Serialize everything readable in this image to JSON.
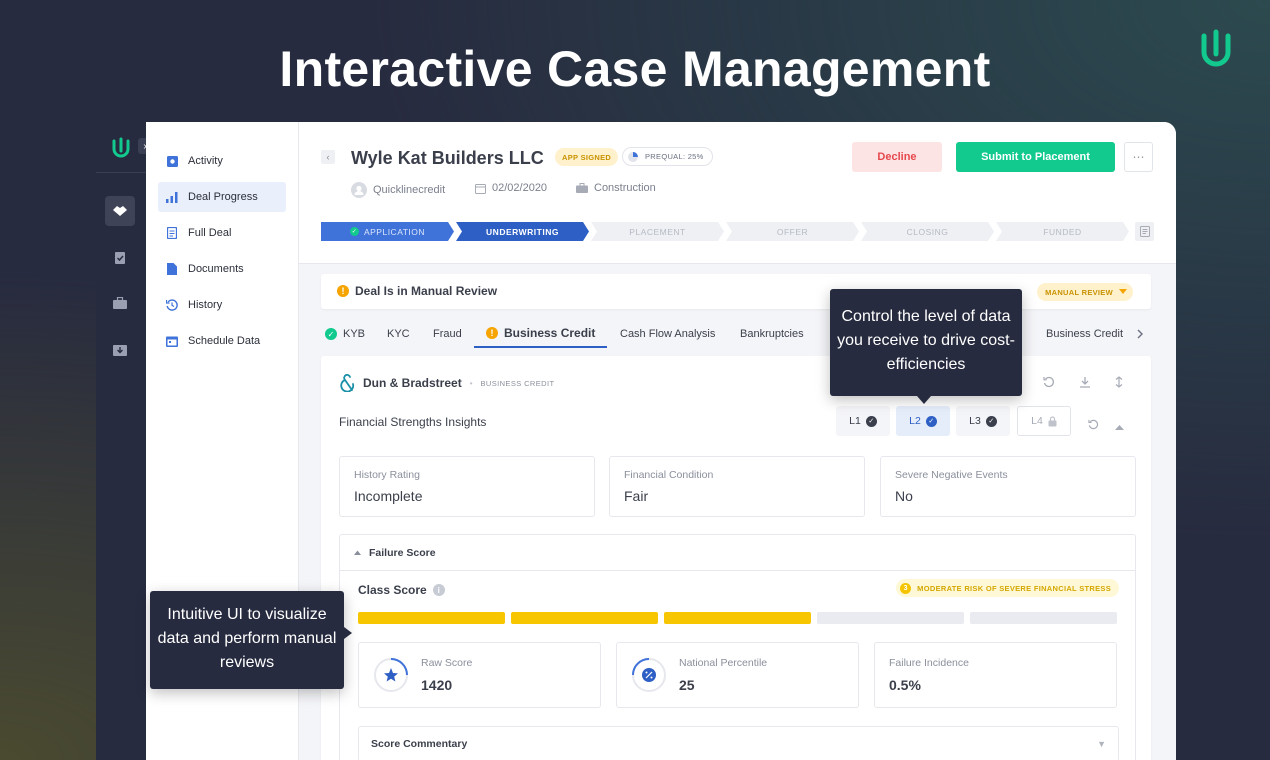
{
  "hero": {
    "title": "Interactive Case Management"
  },
  "colors": {
    "accent_green": "#12c98e",
    "primary_blue": "#2d5fc4",
    "warning": "#f5a400",
    "danger": "#e5484d",
    "background_dark": "#272b3f"
  },
  "sidebar": {
    "items": [
      {
        "label": "Activity",
        "icon": "activity-icon"
      },
      {
        "label": "Deal Progress",
        "icon": "bar-chart-icon",
        "active": true
      },
      {
        "label": "Full Deal",
        "icon": "document-list-icon"
      },
      {
        "label": "Documents",
        "icon": "file-icon"
      },
      {
        "label": "History",
        "icon": "history-icon"
      },
      {
        "label": "Schedule Data",
        "icon": "calendar-icon"
      }
    ]
  },
  "header": {
    "company": "Wyle Kat Builders LLC",
    "status_badge": "APP SIGNED",
    "prequal_badge": "PREQUAL: 25%",
    "prequal_fraction": 0.25,
    "owner": "Quicklinecredit",
    "date": "02/02/2020",
    "industry": "Construction",
    "decline_label": "Decline",
    "submit_label": "Submit to Placement",
    "more_label": "⋯"
  },
  "stepper": {
    "steps": [
      "APPLICATION",
      "UNDERWRITING",
      "PLACEMENT",
      "OFFER",
      "CLOSING",
      "FUNDED"
    ],
    "completed": [
      "APPLICATION"
    ],
    "current": "UNDERWRITING"
  },
  "review": {
    "message": "Deal Is in Manual Review",
    "badge": "MANUAL REVIEW"
  },
  "tabs": {
    "items": [
      "KYB",
      "KYC",
      "Fraud",
      "Business Credit",
      "Cash Flow Analysis",
      "Bankruptcies"
    ],
    "active": "Business Credit",
    "overflow": "Business Credit",
    "next_icon": "chevron-right-icon"
  },
  "provider": {
    "name": "Dun & Bradstreet",
    "category": "BUSINESS CREDIT",
    "section_title": "Financial Strengths Insights",
    "levels": [
      {
        "label": "L1",
        "state": "checked"
      },
      {
        "label": "L2",
        "state": "selected"
      },
      {
        "label": "L3",
        "state": "checked"
      },
      {
        "label": "L4",
        "state": "locked"
      }
    ]
  },
  "metrics": [
    {
      "label": "History Rating",
      "value": "Incomplete"
    },
    {
      "label": "Financial Condition",
      "value": "Fair"
    },
    {
      "label": "Severe Negative Events",
      "value": "No"
    }
  ],
  "failure_score": {
    "title": "Failure Score",
    "class_score_label": "Class Score",
    "risk_number": "3",
    "risk_label": "MODERATE RISK OF SEVERE FINANCIAL STRESS",
    "bars_total": 5,
    "bars_filled": 3,
    "cards": [
      {
        "label": "Raw Score",
        "value": "1420",
        "icon": "star-icon"
      },
      {
        "label": "National Percentile",
        "value": "25",
        "icon": "percent-icon"
      },
      {
        "label": "Failure Incidence",
        "value": "0.5%"
      }
    ],
    "commentary_label": "Score Commentary"
  },
  "tooltips": {
    "top": "Control the level of data you receive to drive cost-efficiencies",
    "left": "Intuitive UI to visualize data and perform manual reviews"
  }
}
